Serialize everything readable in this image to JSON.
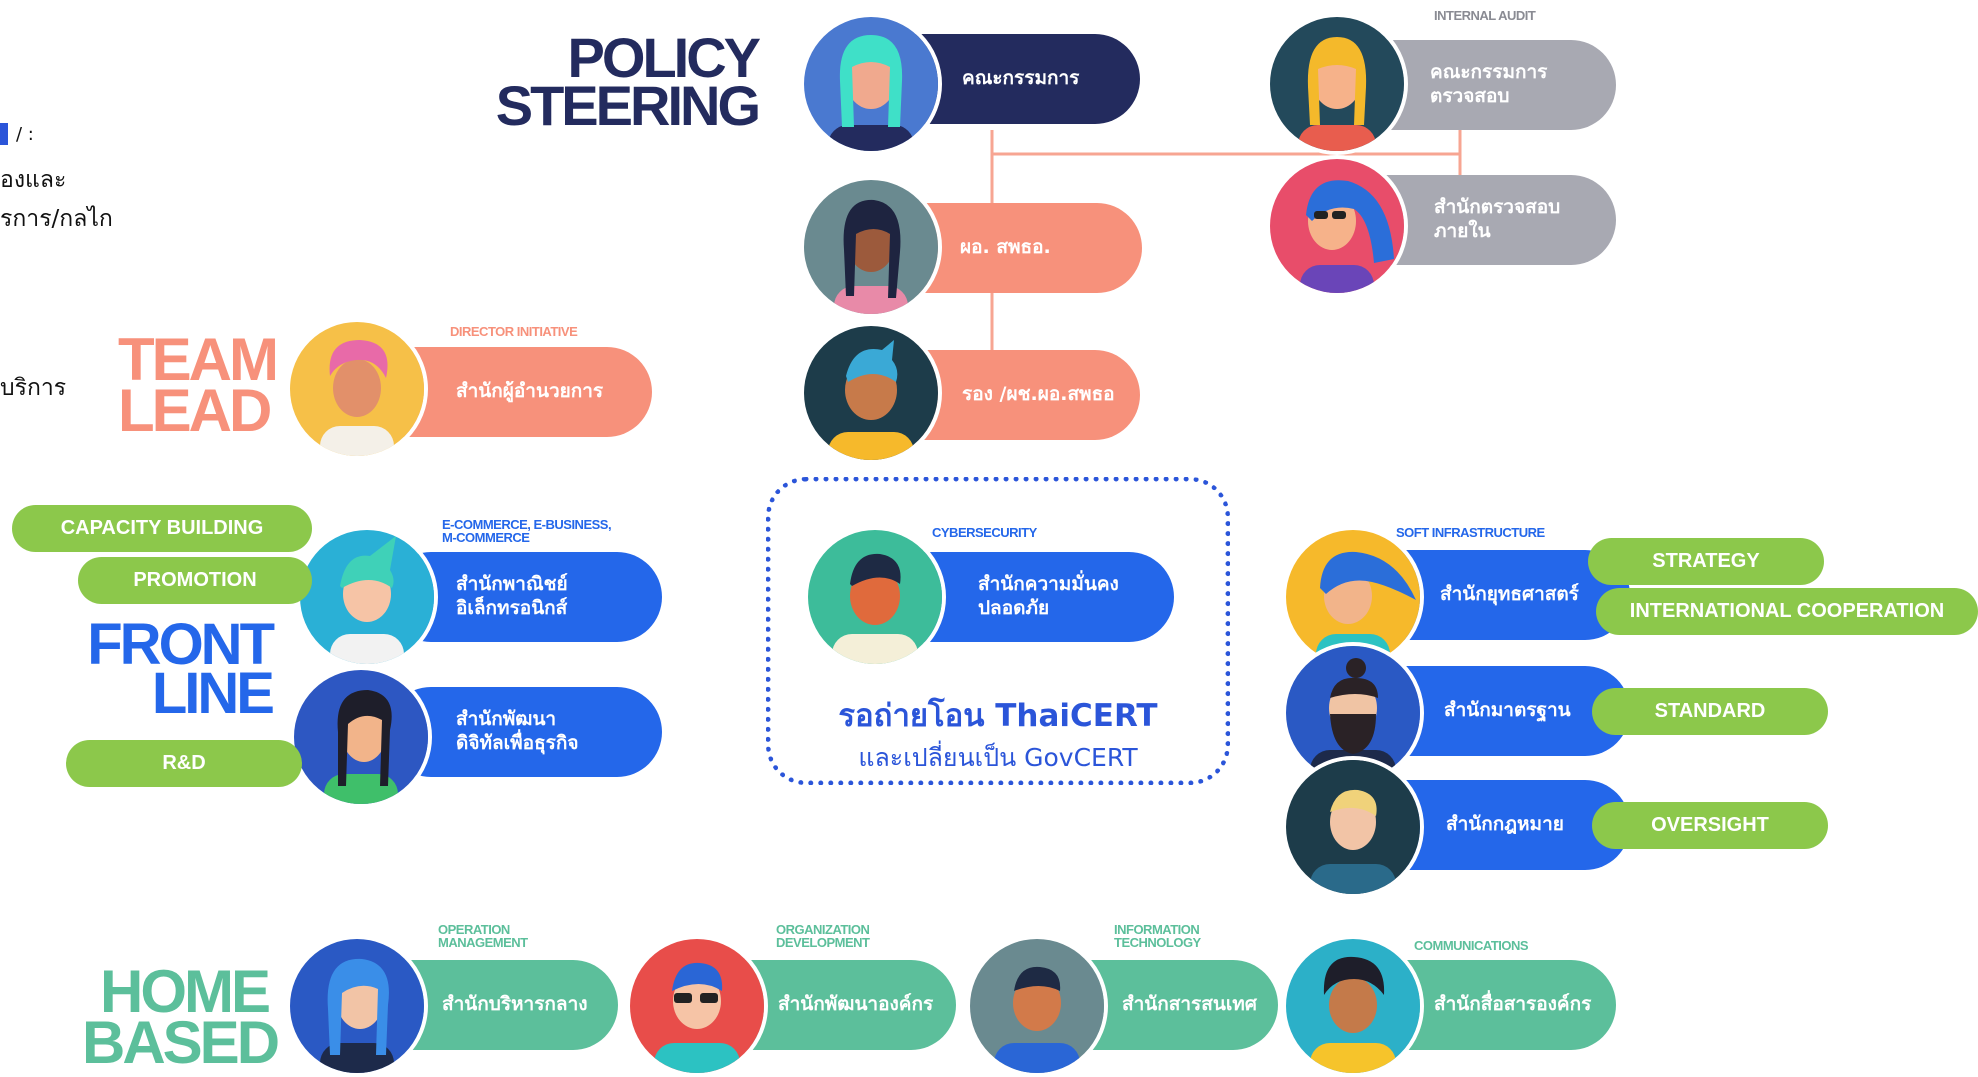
{
  "left_fragments": {
    "t1": "/ :",
    "t2": "องและ",
    "t3": "รการ/กลไก",
    "t4": "บริการ"
  },
  "groups": {
    "policy": "POLICY\nSTEERING",
    "team": "TEAM\nLEAD",
    "front": "FRONT\nLINE",
    "home": "HOME\nBASED"
  },
  "headers": {
    "internal_audit": "INTERNAL AUDIT",
    "director_initiative": "DIRECTOR INITIATIVE",
    "ecommerce": "E-COMMERCE, E-BUSINESS,\nM-COMMERCE",
    "cybersecurity": "CYBERSECURITY",
    "soft_infra": "SOFT INFRASTRUCTURE",
    "operation": "OPERATION\nMANAGEMENT",
    "organization": "ORGANIZATION\nDEVELOPMENT",
    "information": "INFORMATION\nTECHNOLOGY",
    "communications": "COMMUNICATIONS"
  },
  "offices": {
    "board": "คณะกรรมการ",
    "audit_board": "คณะกรรมการ\nตรวจสอบ",
    "director": "ผอ. สพธอ.",
    "internal_audit_office": "สำนักตรวจสอบ\nภายใน",
    "deputy": "รอง /ผช.ผอ.สพธอ",
    "director_office": "สำนักผู้อำนวยการ",
    "ecommerce_office": "สำนักพาณิชย์\nอิเล็กทรอนิกส์",
    "digital_business": "สำนักพัฒนา\nดิจิทัลเพื่อธุรกิจ",
    "security_office": "สำนักความมั่นคง\nปลอดภัย",
    "strategy_office": "สำนักยุทธศาสตร์",
    "standard_office": "สำนักมาตรฐาน",
    "law_office": "สำนักกฎหมาย",
    "admin_office": "สำนักบริหารกลาง",
    "org_dev_office": "สำนักพัฒนาองค์กร",
    "it_office": "สำนักสารสนเทศ",
    "comm_office": "สำนักสื่อสารองค์กร"
  },
  "tags": {
    "capacity": "CAPACITY BUILDING",
    "promotion": "PROMOTION",
    "rnd": "R&D",
    "strategy": "STRATEGY",
    "international": "INTERNATIONAL COOPERATION",
    "standard": "STANDARD",
    "oversight": "OVERSIGHT"
  },
  "note": {
    "line1": "รอถ่ายโอน ThaiCERT",
    "line2": "และเปลี่ยนเป็น GovCERT"
  },
  "colors": {
    "navy": "#232b5e",
    "salmon": "#f7917b",
    "gray": "#a8a9b2",
    "blue": "#2467ea",
    "teal": "#5cbf9b",
    "green": "#8cc84b"
  }
}
